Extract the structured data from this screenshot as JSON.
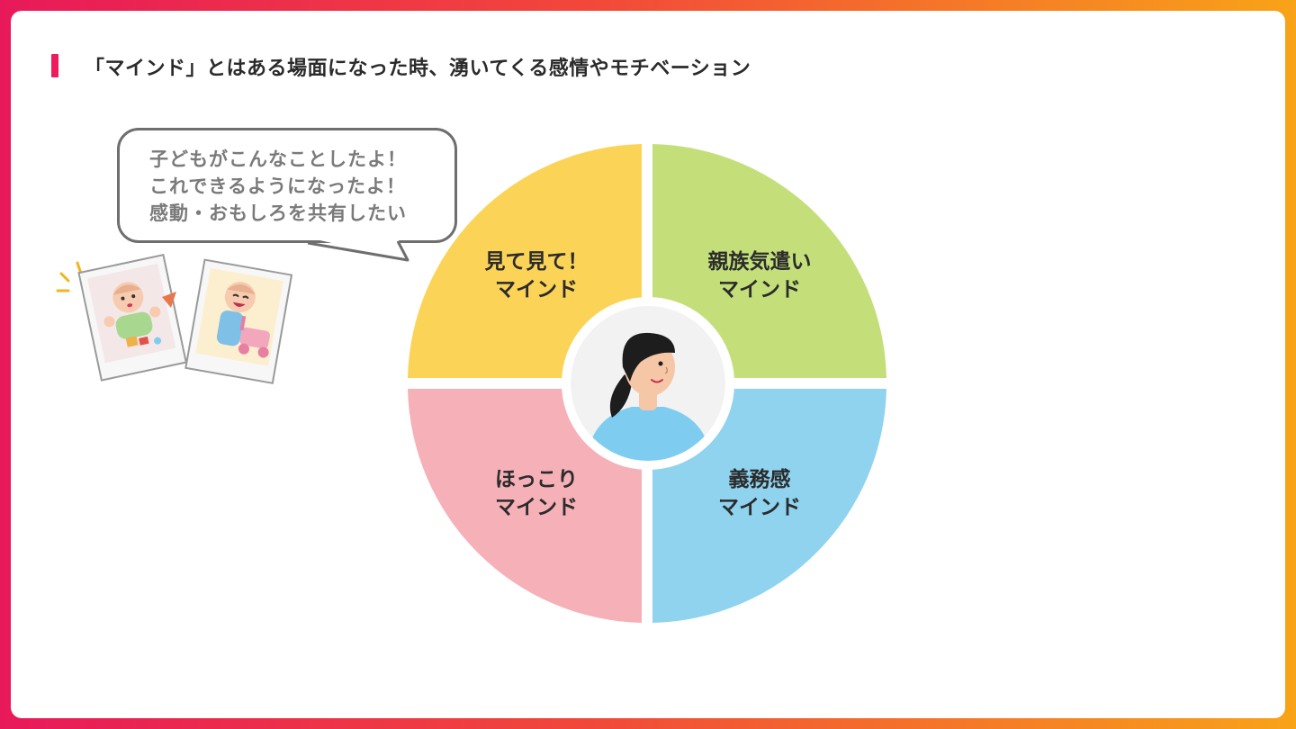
{
  "title": "「マインド」とはある場面になった時、湧いてくる感情やモチベーション",
  "bubble": {
    "lines": [
      "子どもがこんなことしたよ！",
      "これできるようになったよ！",
      "感動・おもしろを共有したい"
    ]
  },
  "quadrants": [
    {
      "id": "top-left",
      "line1": "見て見て！",
      "line2": "マインド",
      "color": "#fbd457"
    },
    {
      "id": "top-right",
      "line1": "親族気遣い",
      "line2": "マインド",
      "color": "#c4df7a"
    },
    {
      "id": "bottom-left",
      "line1": "ほっこり",
      "line2": "マインド",
      "color": "#f6b0b8"
    },
    {
      "id": "bottom-right",
      "line1": "義務感",
      "line2": "マインド",
      "color": "#8fd3ef"
    }
  ],
  "colors": {
    "accent": "#ee1c5c",
    "center_bg": "#f2f2f2",
    "person_shirt": "#7ecdf0",
    "person_hair": "#1d1d1d",
    "person_skin": "#f6c7a7"
  },
  "icons": {
    "center": "person-avatar-icon",
    "photos": "baby-photos-icon"
  }
}
